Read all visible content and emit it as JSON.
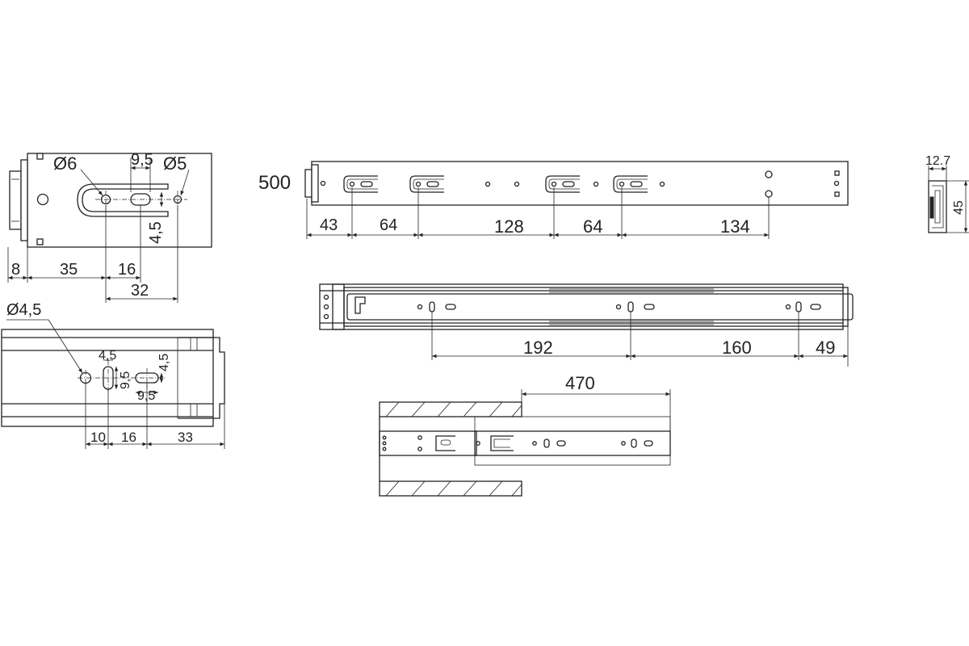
{
  "colors": {
    "line": "#222222",
    "background": "#ffffff"
  },
  "mount_detail": {
    "hole_left": "Ø6",
    "slot_width": "9,5",
    "hole_right": "Ø5",
    "slot_offset": "4,5",
    "dim_8": "8",
    "dim_35": "35",
    "dim_16": "16",
    "dim_32": "32"
  },
  "side_rail": {
    "length_label": "500",
    "dim_43": "43",
    "dim_64a": "64",
    "dim_128": "128",
    "dim_64b": "64",
    "dim_134": "134"
  },
  "end_profile": {
    "width": "12.7",
    "height": "45"
  },
  "slot_detail": {
    "hole": "Ø4,5",
    "slot1_w": "4,5",
    "slot1_h": "9,5",
    "slot2_h": "4,5",
    "slot2_w": "9,5",
    "dim_10": "10",
    "dim_16": "16",
    "dim_33": "33"
  },
  "drawer_rail": {
    "dim_192": "192",
    "dim_160": "160",
    "dim_49": "49"
  },
  "extension": {
    "travel": "470"
  }
}
